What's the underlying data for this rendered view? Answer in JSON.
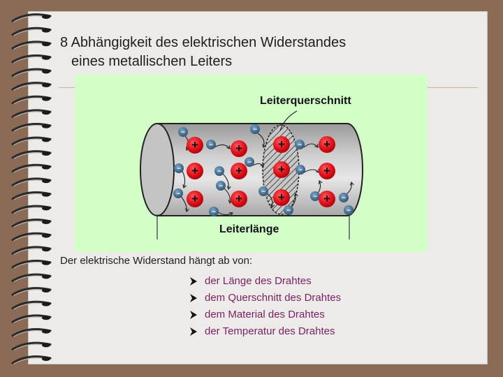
{
  "slide": {
    "title_line1": "8 Abhängigkeit des elektrischen Widerstandes",
    "title_line2": "eines metallischen Leiters"
  },
  "figure": {
    "label_cross_section": "Leiterquerschnitt",
    "label_length": "Leiterlänge",
    "positive_symbol": "+",
    "negative_symbol": "−"
  },
  "body": {
    "intro": "Der elektrische Widerstand hängt ab von:",
    "factors": [
      "der Länge des Drahtes",
      "dem Querschnitt des Drahtes",
      "dem Material des Drahtes",
      "der Temperatur des Drahtes"
    ]
  },
  "colors": {
    "background": "#8b6b55",
    "page": "#ecebe8",
    "figure_background": "#d3ffc9",
    "ion": "#e0101a",
    "electron": "#3a5f80",
    "list_text": "#7a1f66"
  }
}
